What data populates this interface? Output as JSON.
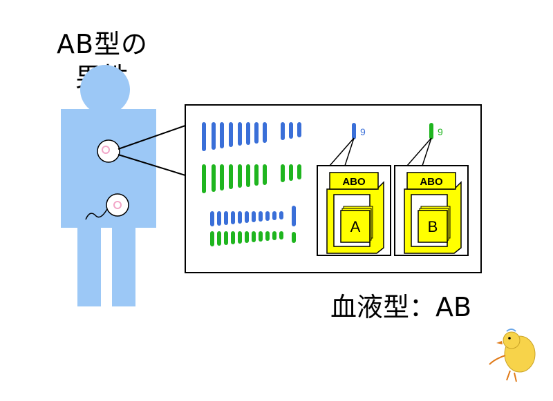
{
  "title": {
    "line1": "AB型の",
    "line2": "男性"
  },
  "caption": "血液型：AB",
  "colors": {
    "body": "#9cc8f6",
    "chromosome_blue": "#3a6fd8",
    "chromosome_green": "#1fb51f",
    "gene_box": "#ffff00",
    "cell_nucleus": "#f2a6c8"
  },
  "chromosome_pairs": [
    {
      "number": "9",
      "color": "#3a6fd8",
      "gene_label": "ABO",
      "allele": "A"
    },
    {
      "number": "9",
      "color": "#1fb51f",
      "gene_label": "ABO",
      "allele": "B"
    }
  ],
  "icons": [
    "human-silhouette-icon",
    "cell-icon",
    "sperm-cell-icon",
    "chick-icon"
  ]
}
